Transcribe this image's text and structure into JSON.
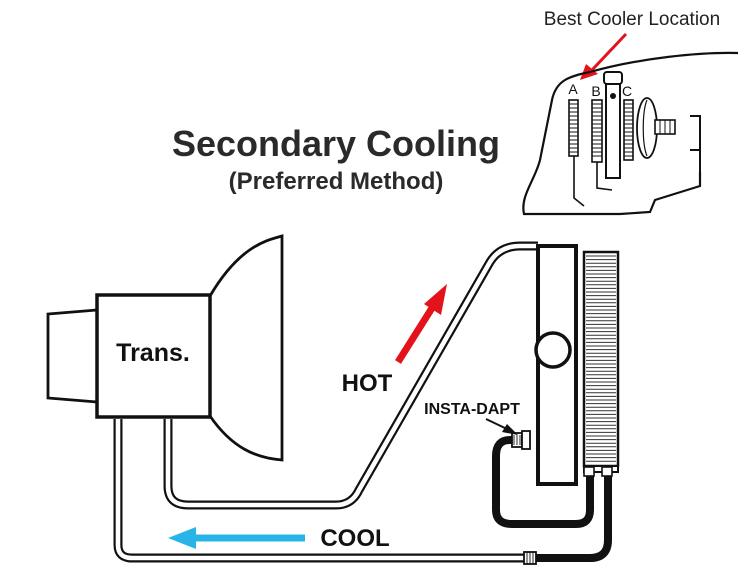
{
  "title": "Secondary Cooling",
  "subtitle": "(Preferred Method)",
  "inset": {
    "caption": "Best Cooler Location",
    "labels": [
      "A",
      "B",
      "C"
    ]
  },
  "labels": {
    "transmission": "Trans.",
    "hot": "HOT",
    "cool": "COOL",
    "fitting": "INSTA-DAPT"
  },
  "colors": {
    "line": "#1a1a1a",
    "hot_arrow": "#e3131b",
    "cool_arrow": "#28b4e6",
    "caption_arrow": "#e3131b"
  }
}
